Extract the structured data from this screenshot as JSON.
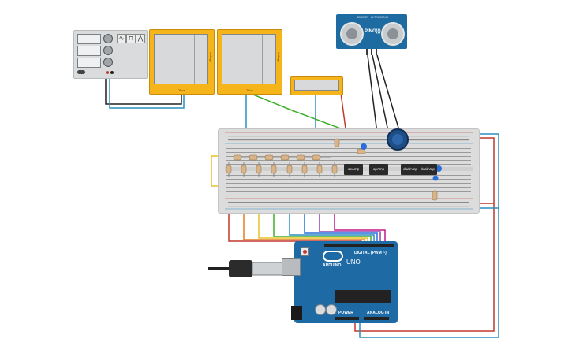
{
  "function_generator": {
    "waveforms": [
      "∿",
      "⊓",
      "⋀"
    ]
  },
  "oscilloscope_left": {
    "label_side": "Voltage",
    "label_bottom": "Time"
  },
  "oscilloscope_right": {
    "label_side": "Voltage",
    "label_bottom": "Time"
  },
  "ultrasonic_sensor": {
    "model": "PING)))",
    "top_text": "SENSOR · ULTRASONIC"
  },
  "ics": [
    {
      "label": "opAmp"
    },
    {
      "label": "opAmp"
    },
    {
      "label": "dualAmp"
    },
    {
      "label": "dualAmp"
    }
  ],
  "arduino": {
    "brand": "ARDUINO",
    "model": "UNO",
    "digital_label": "DIGITAL (PWM ~)",
    "power_label": "POWER",
    "analog_label": "ANALOG IN"
  },
  "colors": {
    "breadboard": "#dcdcdc",
    "arduino_board": "#1e6aa5",
    "scope_case": "#f4b41a",
    "wire_red": "#c0392b",
    "wire_blue": "#2a8fc0",
    "wire_green": "#3fae2a",
    "wire_yellow": "#e7c22a",
    "wire_orange": "#e67e22",
    "wire_purple": "#8e44ad",
    "wire_magenta": "#c2188b",
    "wire_black": "#222222"
  }
}
